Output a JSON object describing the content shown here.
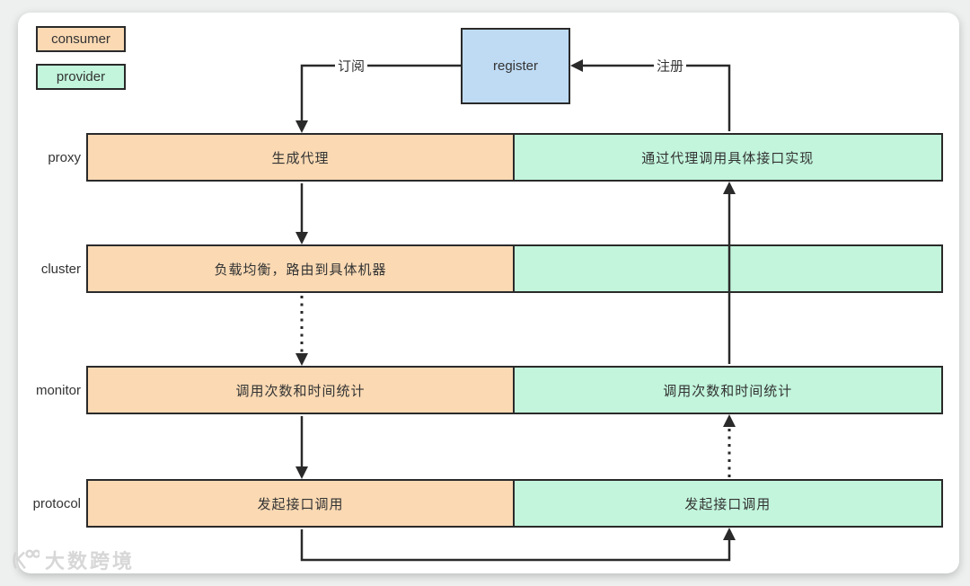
{
  "legend": {
    "consumer_label": "consumer",
    "provider_label": "provider"
  },
  "register_box": {
    "label": "register"
  },
  "edge_labels": {
    "subscribe": "订阅",
    "register": "注册"
  },
  "rows": [
    {
      "label": "proxy",
      "consumer": "生成代理",
      "provider": "通过代理调用具体接口实现"
    },
    {
      "label": "cluster",
      "consumer": "负载均衡，路由到具体机器",
      "provider": ""
    },
    {
      "label": "monitor",
      "consumer": "调用次数和时间统计",
      "provider": "调用次数和时间统计"
    },
    {
      "label": "protocol",
      "consumer": "发起接口调用",
      "provider": "发起接口调用"
    }
  ],
  "colors": {
    "consumer_fill": "#FAD9B3",
    "provider_fill": "#C2F5DC",
    "register_fill": "#BFDBF4",
    "stroke": "#2a2a2a",
    "text": "#333333",
    "card_bg": "#ffffff",
    "page_bg": "#eef0f0"
  },
  "watermark": {
    "text": "大数跨境"
  }
}
